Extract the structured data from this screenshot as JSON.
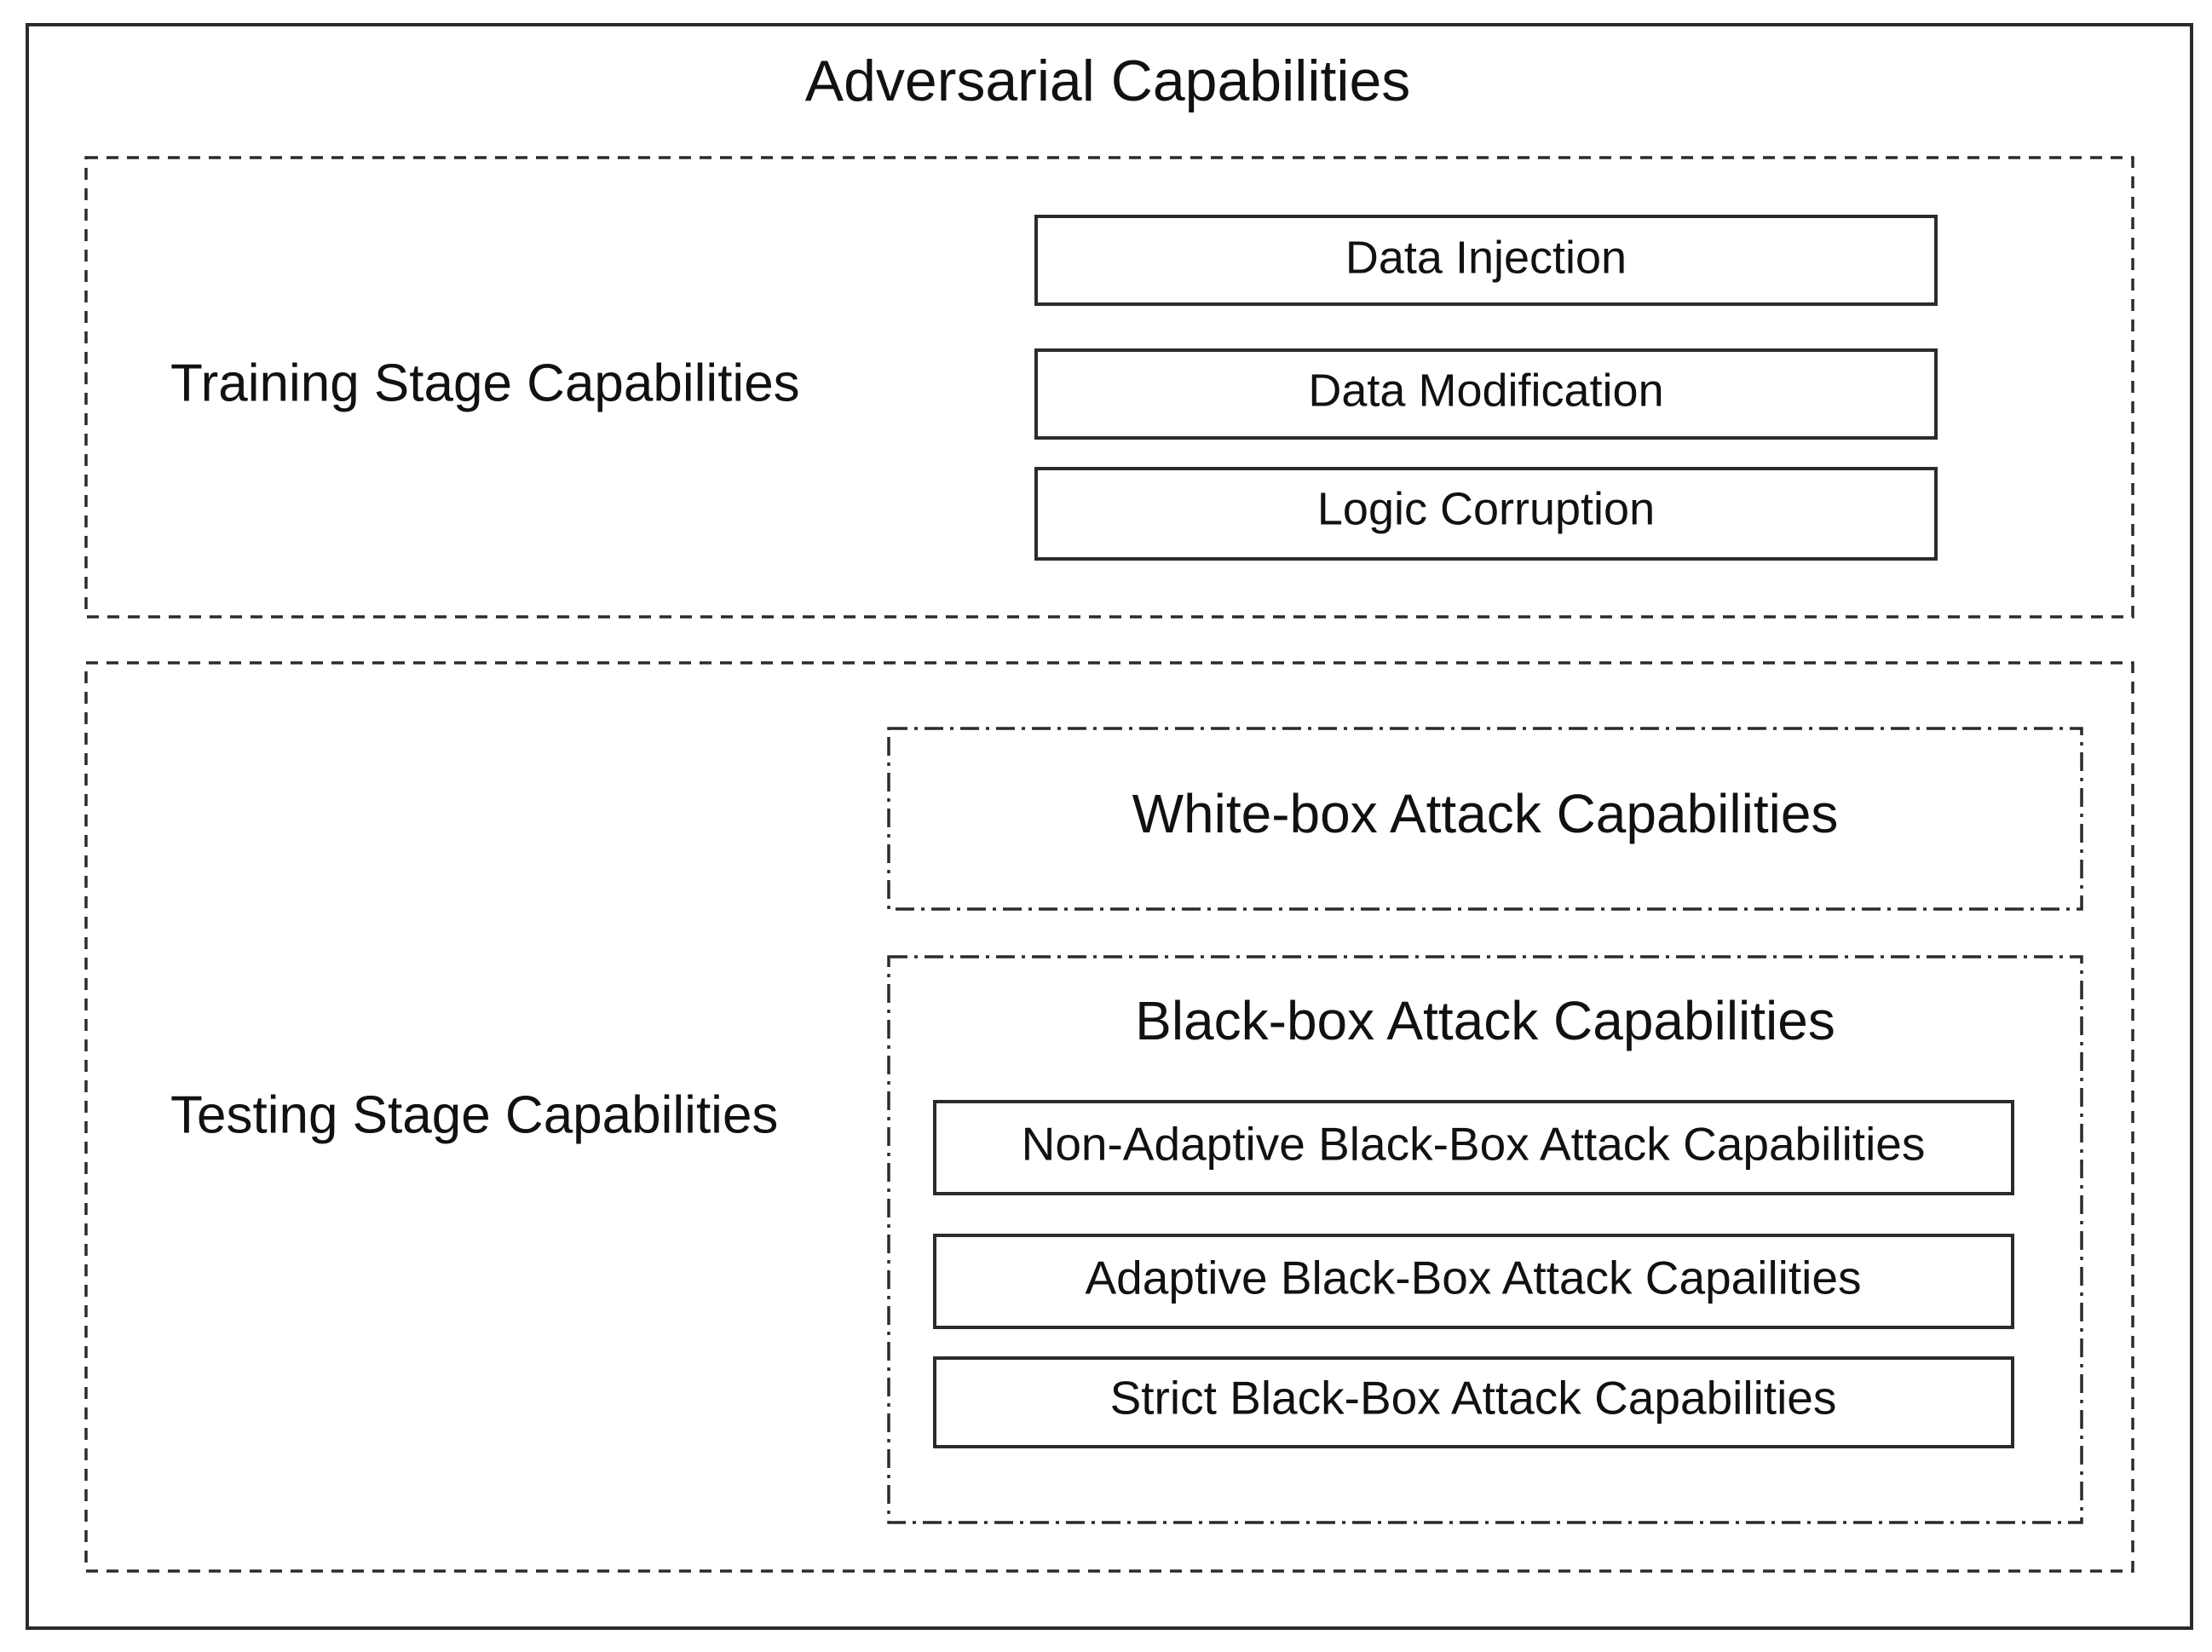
{
  "title": "Adversarial Capabilities",
  "training": {
    "label": "Training Stage Capabilities",
    "items": [
      "Data Injection",
      "Data Modification",
      "Logic Corruption"
    ]
  },
  "testing": {
    "label": "Testing Stage Capabilities",
    "white_box": "White-box Attack Capabilities",
    "black_box": {
      "label": "Black-box Attack Capabilities",
      "items": [
        "Non-Adaptive Black-Box Attack Capabilities",
        "Adaptive Black-Box Attack Capailities",
        "Strict Black-Box Attack Capabilities"
      ]
    }
  }
}
